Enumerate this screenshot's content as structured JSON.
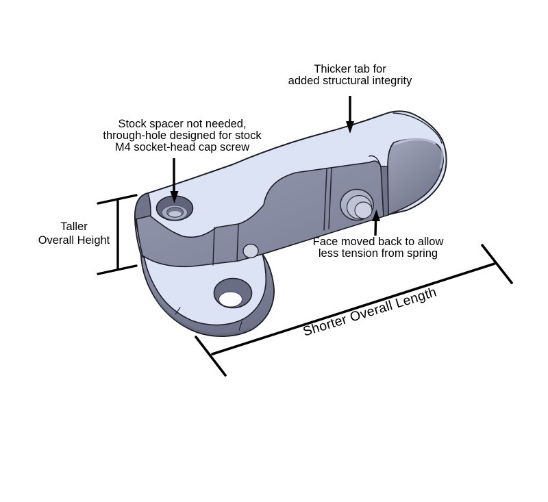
{
  "figure": {
    "title": "Annotated CAD bracket diagram",
    "background": "#ffffff",
    "annotations": {
      "thicker_tab": {
        "lines": [
          "Thicker tab for",
          "added structural integrity"
        ]
      },
      "stock_spacer": {
        "lines": [
          "Stock spacer not needed,",
          "through-hole designed for stock",
          "M4 socket-head cap screw"
        ]
      },
      "taller_height": {
        "lines": [
          "Taller",
          "Overall Height"
        ]
      },
      "face_moved": {
        "lines": [
          "Face moved back to allow",
          "less tension from spring"
        ]
      },
      "shorter_length": {
        "label": "Shorter Overall Length"
      }
    },
    "colors": {
      "part_top_face": "#dce3f4",
      "part_side_face": "#868aa2",
      "part_dark_side_face": "#70748a",
      "capsule_face_light": "#9aa0b5",
      "capsule_face_dark": "#6f7389",
      "hole_ring": "#60647a",
      "hole_floor": "#a6abbf",
      "boss_face": "#ccd1e0",
      "outline": "#1e1e24",
      "annotation_text": "#000000",
      "dimension_line": "#000000"
    }
  }
}
